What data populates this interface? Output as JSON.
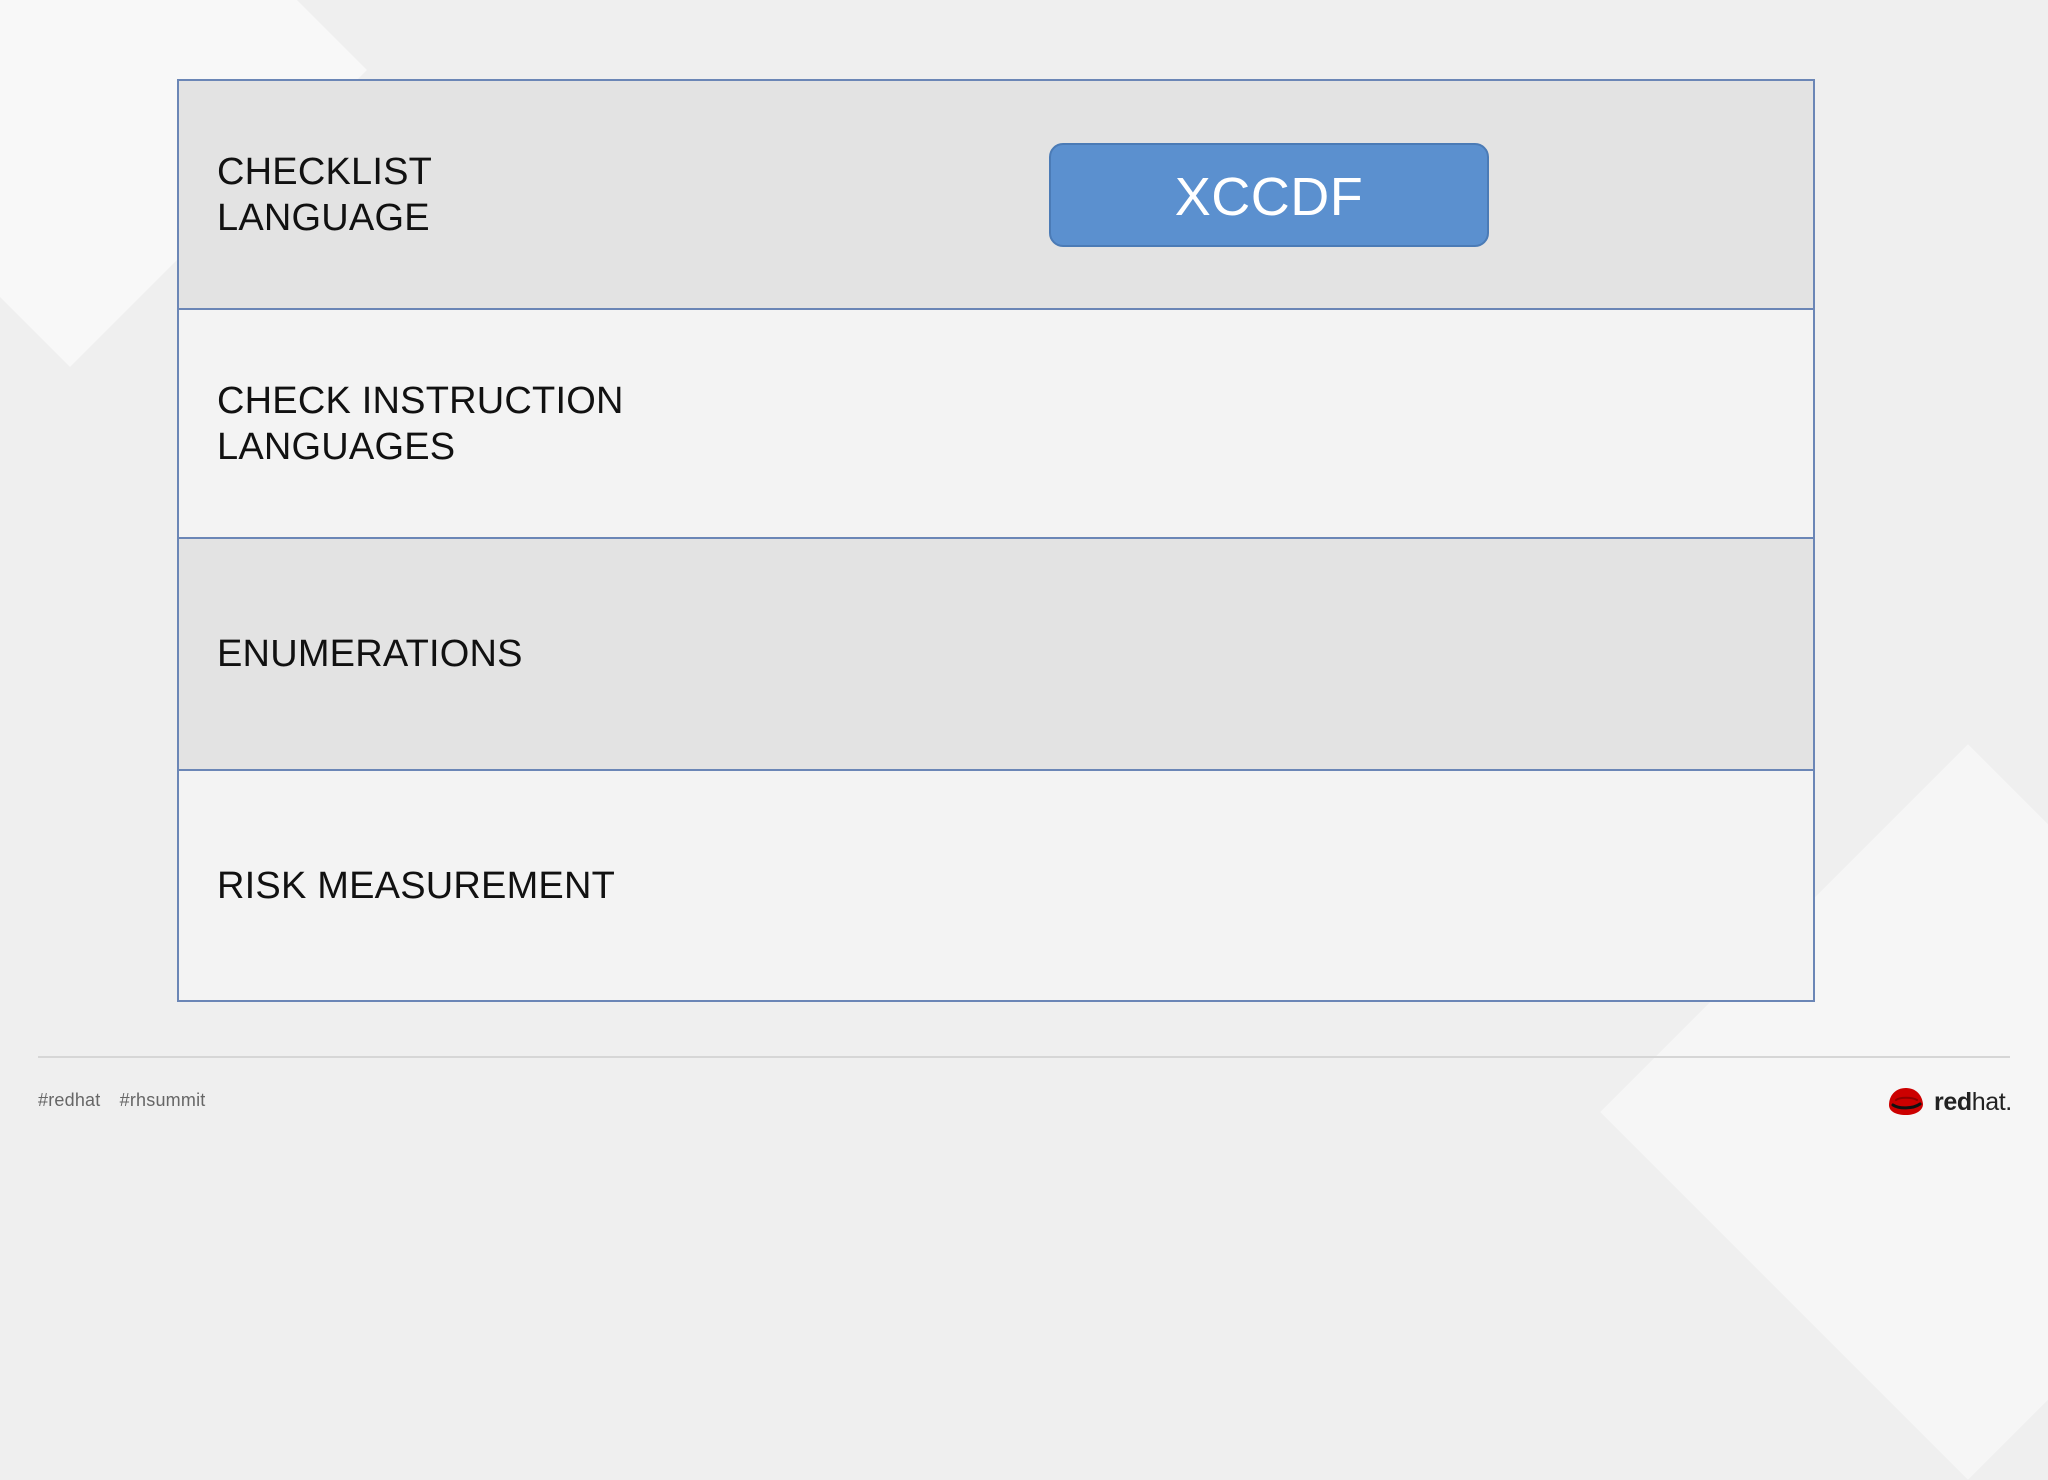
{
  "slide": {
    "rows": [
      {
        "label": "CHECKLIST\nLANGUAGE",
        "chip": "XCCDF"
      },
      {
        "label": "CHECK INSTRUCTION\nLANGUAGES"
      },
      {
        "label": "ENUMERATIONS"
      },
      {
        "label": "RISK MEASUREMENT"
      }
    ]
  },
  "footer": {
    "hashtags": [
      "#redhat",
      "#rhsummit"
    ],
    "brand": {
      "bold": "red",
      "thin": "hat."
    }
  },
  "colors": {
    "row_border": "#6b86b6",
    "chip_fill": "#5b90cf",
    "brand_red": "#cc0000"
  },
  "icons": {
    "brand_logo": "red-hat-shadowman-icon"
  }
}
